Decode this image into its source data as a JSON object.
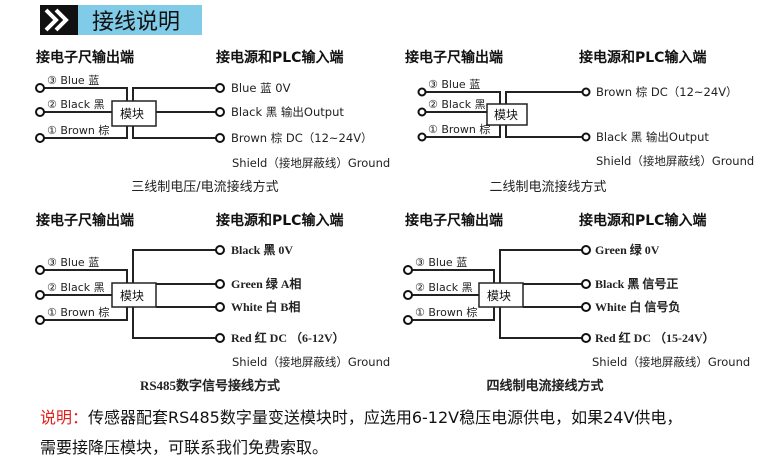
{
  "header": {
    "title": "接线说明",
    "colors": {
      "black": "#111111",
      "blue": "#7fcbe8",
      "note_red": "#e0201b"
    }
  },
  "diagrams": [
    {
      "left_header": "接电子尺输出端",
      "right_header": "接电源和PLC输入端",
      "left_wires": [
        "③ Blue 蓝",
        "② Black 黑",
        "① Brown 棕"
      ],
      "module": "模块",
      "right_wires": [
        "Blue 蓝  0V",
        "Black 黑  输出Output",
        "Brown 棕  DC（12~24V）"
      ],
      "shield": "Shield（接地屏蔽线）Ground",
      "caption": "三线制电压/电流接线方式"
    },
    {
      "left_header": "接电子尺输出端",
      "right_header": "接电源和PLC输入端",
      "left_wires": [
        "③ Blue 蓝",
        "② Black 黑",
        "① Brown 棕"
      ],
      "module": "模块",
      "right_wires": [
        "Brown 棕  DC（12~24V）",
        "Black 黑  输出Output"
      ],
      "shield": "Shield（接地屏蔽线）Ground",
      "caption": "二线制电流接线方式"
    },
    {
      "left_header": "接电子尺输出端",
      "right_header": "接电源和PLC输入端",
      "left_wires": [
        "③ Blue 蓝",
        "② Black 黑",
        "① Brown 棕"
      ],
      "module": "模块",
      "right_wires": [
        "Black 黑  0V",
        "Green 绿  A相",
        "White 白  B相",
        "Red 红  DC （6-12V）"
      ],
      "shield": "Shield（接地屏蔽线）Ground",
      "caption": "RS485数字信号接线方式"
    },
    {
      "left_header": "接电子尺输出端",
      "right_header": "接电源和PLC输入端",
      "left_wires": [
        "③ Blue 蓝",
        "② Black 黑",
        "① Brown 棕"
      ],
      "module": "模块",
      "right_wires": [
        "Green 绿  0V",
        "Black 黑  信号正",
        "White 白  信号负",
        "Red 红  DC （15-24V）"
      ],
      "shield": "Shield（接地屏蔽线）Ground",
      "caption": "四线制电流接线方式"
    }
  ],
  "note": {
    "label": "说明：",
    "line1": "传感器配套RS485数字量变送模块时，应选用6-12V稳压电源供电，如果24V供电，",
    "line2": "需要接降压模块，可联系我们免费索取。"
  }
}
